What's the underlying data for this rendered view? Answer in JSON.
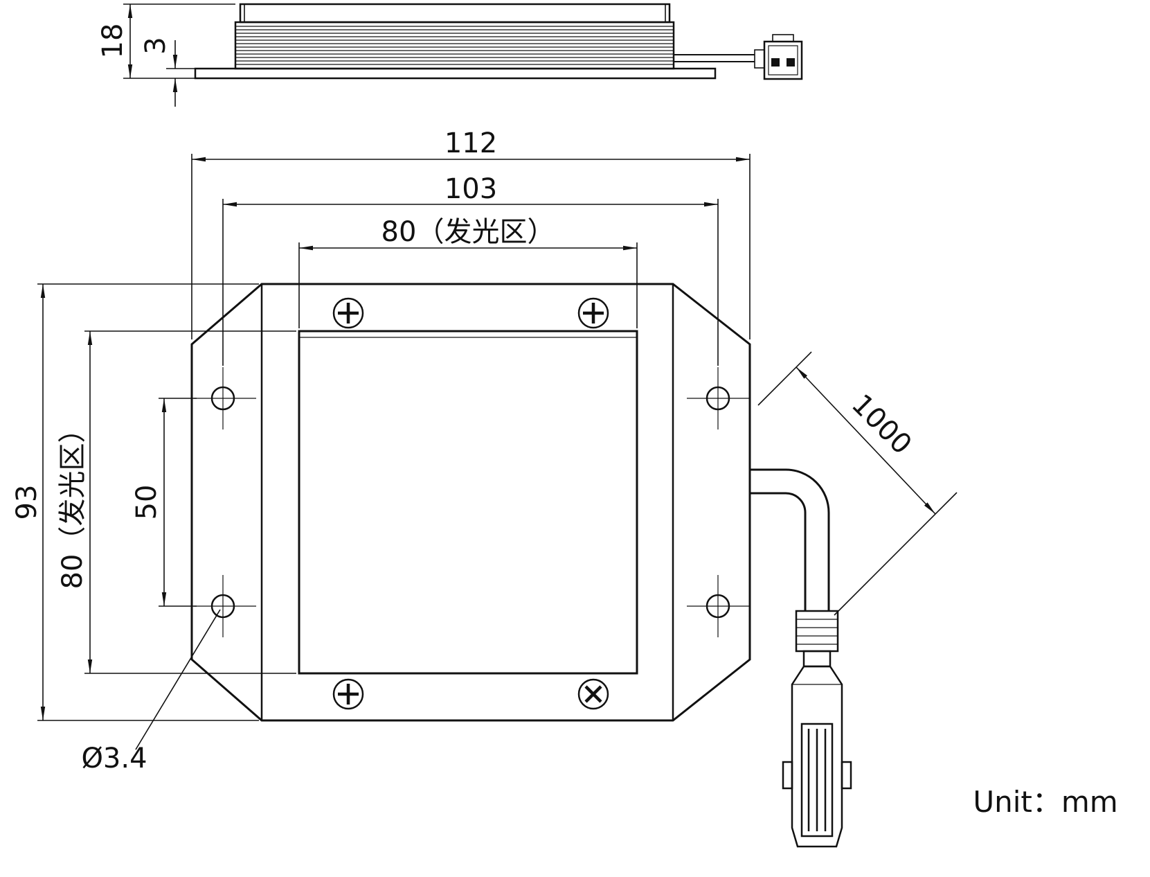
{
  "drawing": {
    "unit_note": "Unit：mm",
    "side_view": {
      "overall_height": "18",
      "flange_thickness": "3"
    },
    "front_view": {
      "overall_width": "112",
      "mount_hole_span_width": "103",
      "emitting_area_width": "80（发光区）",
      "overall_height": "93",
      "emitting_area_height": "80（发光区）",
      "mount_hole_span_height": "50",
      "mount_hole_diameter": "Ø3.4",
      "cable_length": "1000"
    }
  }
}
